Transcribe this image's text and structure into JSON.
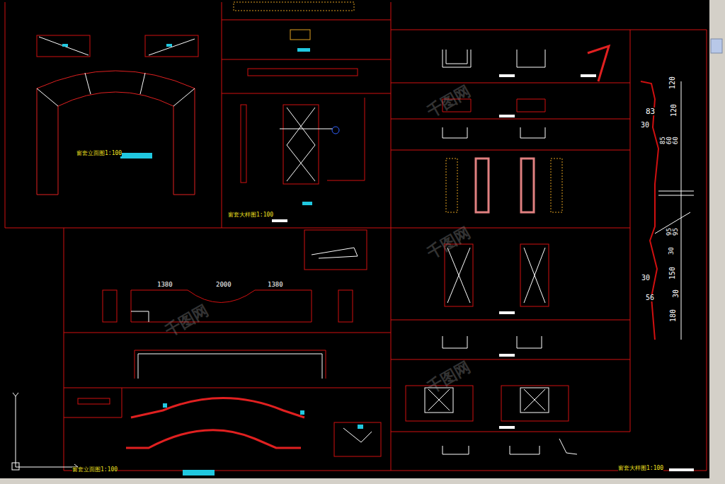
{
  "diagram": {
    "labels": [
      "1380",
      "2000",
      "1380",
      "120",
      "83",
      "30",
      "120",
      "85",
      "60",
      "60",
      "95",
      "95",
      "30",
      "150",
      "30",
      "56",
      "30",
      "180",
      "窗套立面图1:100",
      "窗套大样图1:100",
      "窗套立面图1:100",
      "窗套大样图1:100",
      "千图网",
      "千图网",
      "千图网",
      "千图网"
    ]
  }
}
